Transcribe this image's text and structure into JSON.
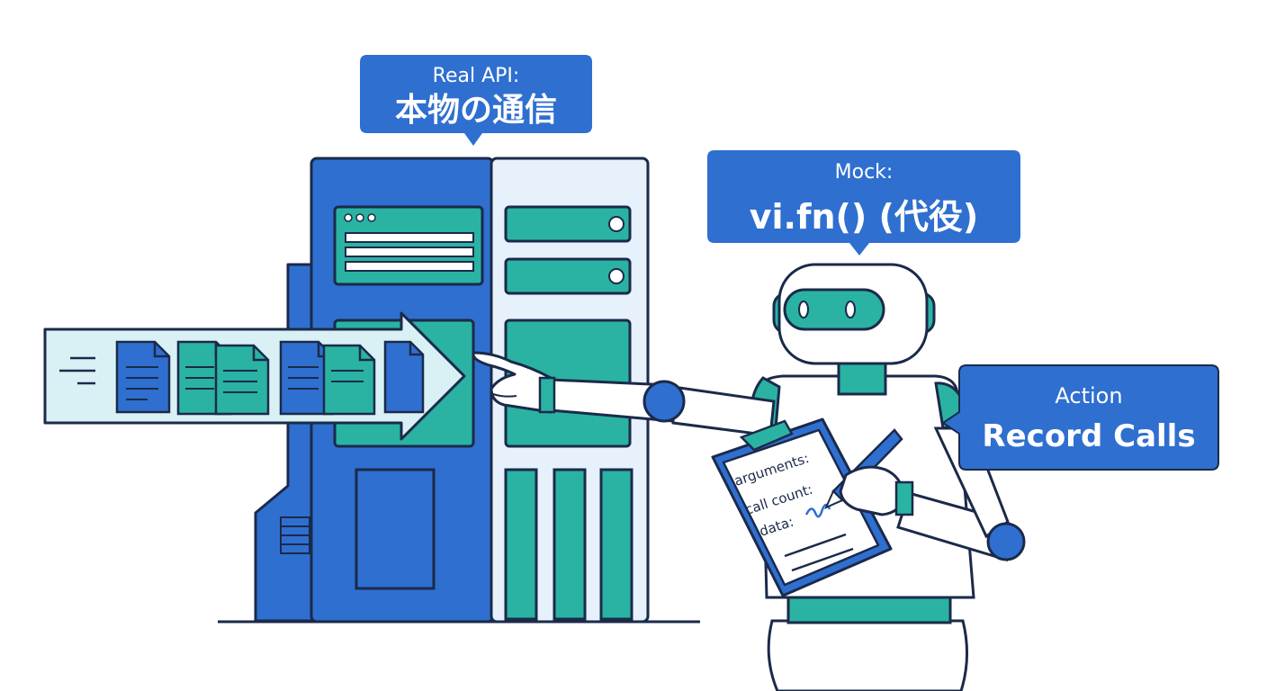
{
  "colors": {
    "blue": "#2f6fd0",
    "teal": "#2ab3a3",
    "navy": "#1b2a4a",
    "light_blue": "#e6f1fb",
    "arrow_fill": "#d9f1f5",
    "white": "#ffffff"
  },
  "labels": {
    "real_api": {
      "line1": "Real API:",
      "line2": "本物の通信"
    },
    "mock": {
      "line1": "Mock:",
      "line2": "vi.fn() (代役)"
    },
    "action": {
      "line1": "Action",
      "line2": "Record Calls"
    }
  },
  "clipboard": {
    "arguments": "arguments:",
    "call_count": "call count:",
    "data": "data:"
  },
  "icons": [
    "server-icon",
    "robot-icon",
    "document-icon",
    "clipboard-icon",
    "pen-icon",
    "arrow-icon"
  ]
}
